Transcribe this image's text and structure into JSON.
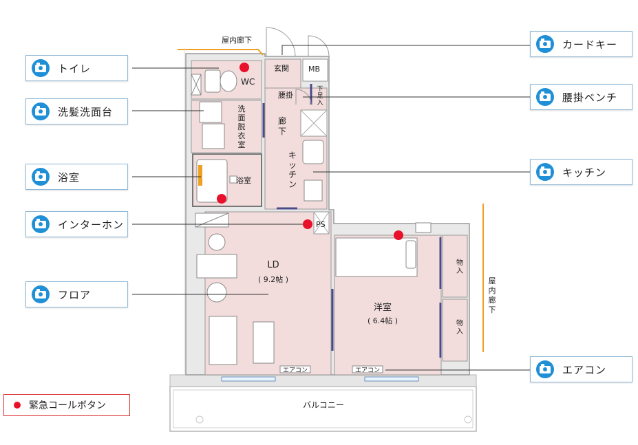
{
  "labels": {
    "toilet": "トイレ",
    "washroom": "洗髪洗面台",
    "bath": "浴室",
    "intercom": "インターホン",
    "floor": "フロア",
    "cardkey": "カードキー",
    "bench": "腰掛ベンチ",
    "kitchen": "キッチン",
    "aircon": "エアコン"
  },
  "legend": {
    "text": "緊急コールボタン"
  },
  "plan": {
    "corridor_top": "屋内廊下",
    "corridor_right": [
      "屋",
      "内",
      "廊",
      "下"
    ],
    "entrance": "玄関",
    "mb": "MB",
    "bench_room": "腰掛",
    "shoe": [
      "下",
      "足",
      "入"
    ],
    "wc": "WC",
    "wash_room": [
      "洗",
      "面",
      "脱",
      "衣",
      "室"
    ],
    "hall": [
      "廊",
      "下"
    ],
    "kitchen_room": [
      "キ",
      "ッ",
      "チ",
      "ン"
    ],
    "bath_room": "浴室",
    "ps": "PS",
    "ld": "LD",
    "ld_size": "( 9.2帖 )",
    "western": "洋室",
    "western_size": "( 6.4帖 )",
    "closet": [
      "物",
      "入"
    ],
    "aircon_1": "エアコン",
    "aircon_2": "エアコン",
    "balcony": "バルコニー"
  },
  "colors": {
    "room_fill": "#f2dcdc",
    "emergency": "#e8102a",
    "corridor_line": "#f0a020",
    "camera_icon": "#1f8fd6"
  }
}
